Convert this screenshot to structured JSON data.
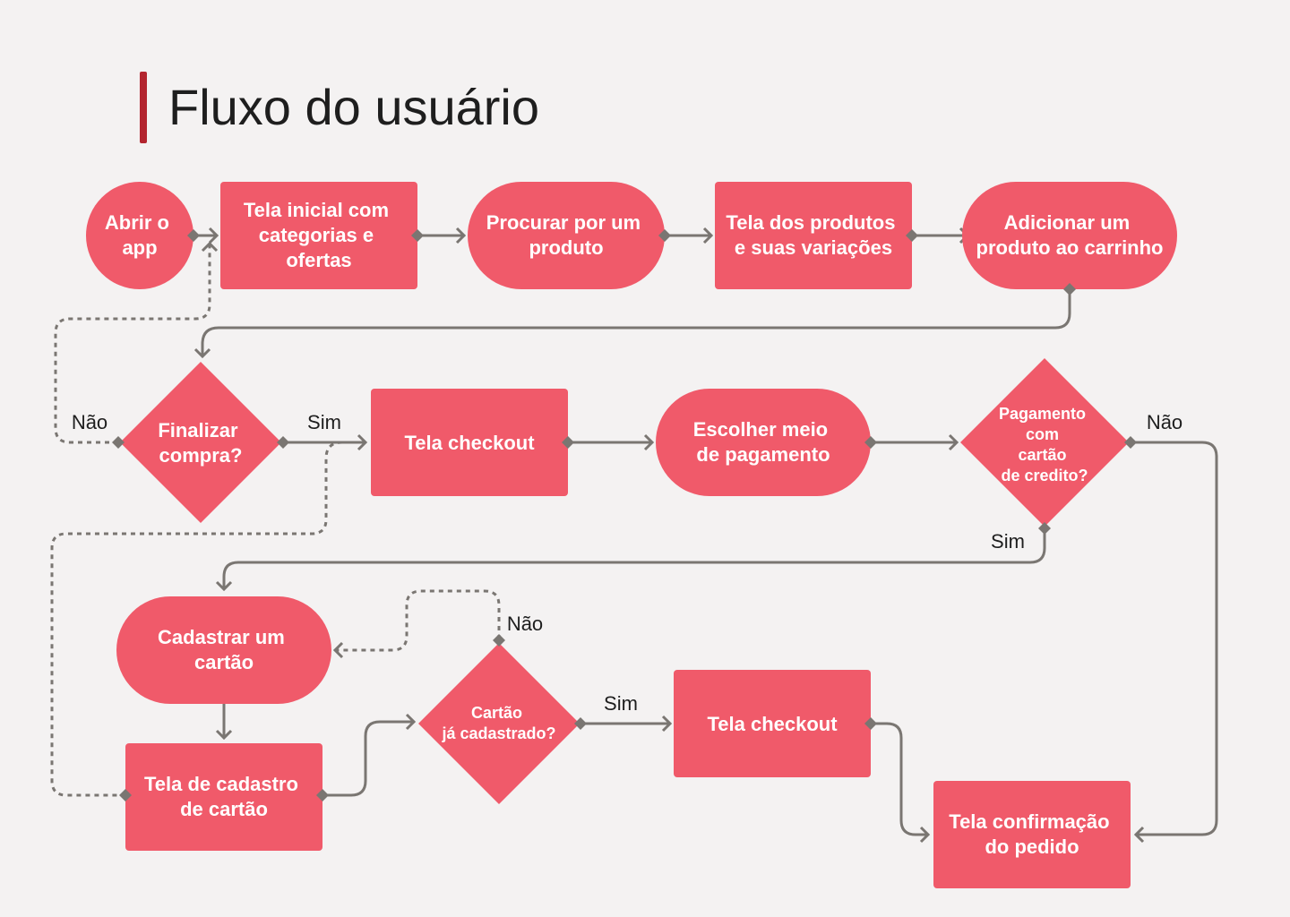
{
  "title": "Fluxo do usuário",
  "colors": {
    "node": "#f05a6a",
    "edge": "#7a7672",
    "accent": "#b3252f",
    "background": "#f4f2f2"
  },
  "nodes": {
    "abrir_app": [
      "Abrir o",
      "app"
    ],
    "tela_inicial": [
      "Tela inicial com",
      "categorias e",
      "ofertas"
    ],
    "procurar_produto": [
      "Procurar por um",
      "produto"
    ],
    "tela_produtos": [
      "Tela dos produtos",
      "e suas variações"
    ],
    "adicionar_carrinho": [
      "Adicionar um",
      "produto ao carrinho"
    ],
    "finalizar_compra": [
      "Finalizar",
      "compra?"
    ],
    "tela_checkout_1": [
      "Tela checkout"
    ],
    "escolher_pagamento": [
      "Escolher meio",
      "de pagamento"
    ],
    "pagamento_cartao": [
      "Pagamento",
      "com",
      "cartão",
      "de credito?"
    ],
    "cadastrar_cartao": [
      "Cadastrar um",
      "cartão"
    ],
    "tela_cadastro_cartao": [
      "Tela de cadastro",
      "de cartão"
    ],
    "cartao_cadastrado": [
      "Cartão",
      "já cadastrado?"
    ],
    "tela_checkout_2": [
      "Tela checkout"
    ],
    "tela_confirmacao": [
      "Tela confirmação",
      "do pedido"
    ]
  },
  "edge_labels": {
    "finalizar_nao": "Não",
    "finalizar_sim": "Sim",
    "pagamento_nao": "Não",
    "pagamento_sim": "Sim",
    "cartao_nao": "Não",
    "cartao_sim": "Sim"
  }
}
